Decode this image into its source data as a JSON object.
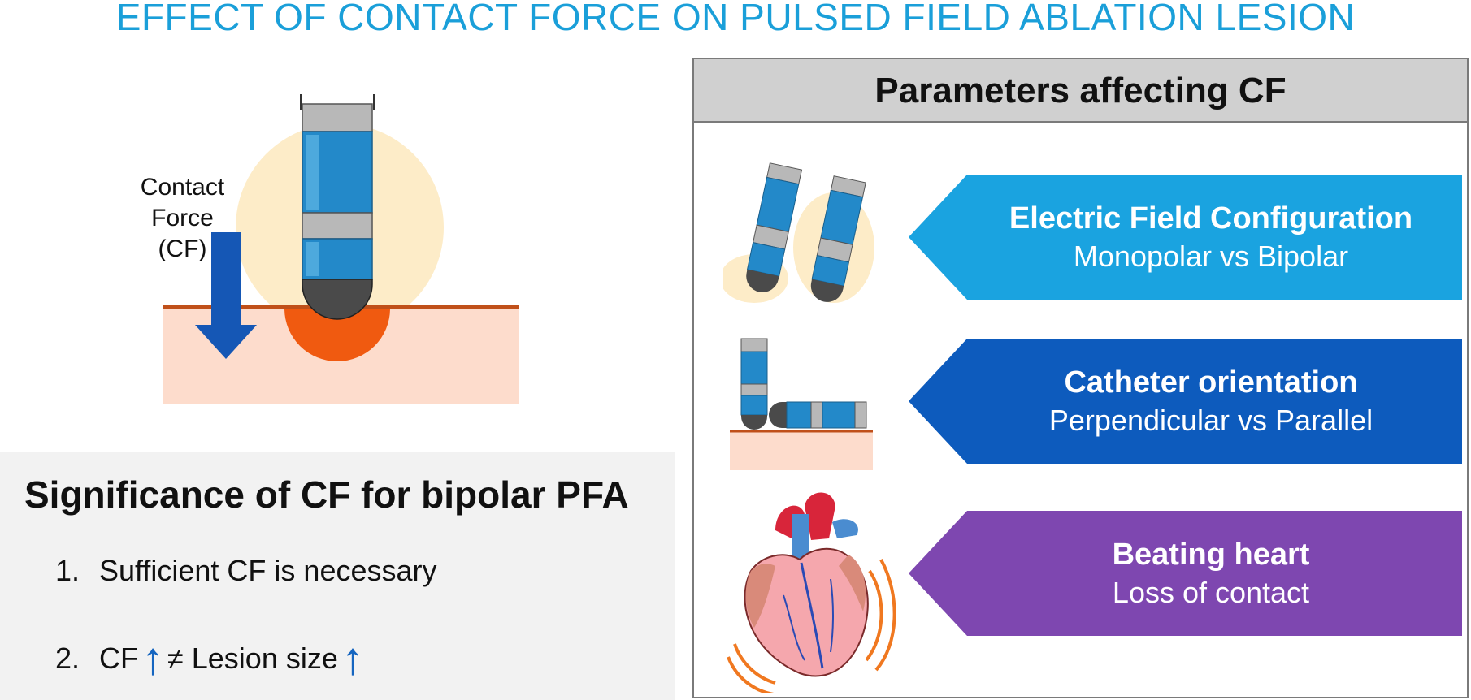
{
  "title": "EFFECT OF CONTACT FORCE ON PULSED FIELD ABLATION LESION",
  "diagram": {
    "cf_label_line1": "Contact",
    "cf_label_line2": "Force",
    "cf_label_line3": "(CF)"
  },
  "significance": {
    "title": "Significance of CF for bipolar PFA",
    "items": [
      {
        "num": "1.",
        "text": "Sufficient CF is necessary"
      },
      {
        "num": "2.",
        "text_before": "CF",
        "arrow": "↑",
        "text_after": "≠ Lesion size"
      }
    ]
  },
  "parameters": {
    "header": "Parameters affecting CF",
    "items": [
      {
        "title": "Electric Field Configuration",
        "subtitle": "Monopolar vs Bipolar",
        "color": "#1aa3e0",
        "icon": "catheter-monopolar-bipolar-icon"
      },
      {
        "title": "Catheter orientation",
        "subtitle": "Perpendicular vs Parallel",
        "color": "#0d5bbd",
        "icon": "catheter-orientation-icon"
      },
      {
        "title": "Beating heart",
        "subtitle": "Loss of contact",
        "color": "#7e47b0",
        "icon": "beating-heart-icon"
      }
    ]
  },
  "colors": {
    "title": "#1a9fd9",
    "catheter_blue": "#1e88c8",
    "arrow_blue": "#1557b5",
    "lesion": "#f05a10",
    "tissue": "#fddccc",
    "field": "#fdecc8"
  }
}
